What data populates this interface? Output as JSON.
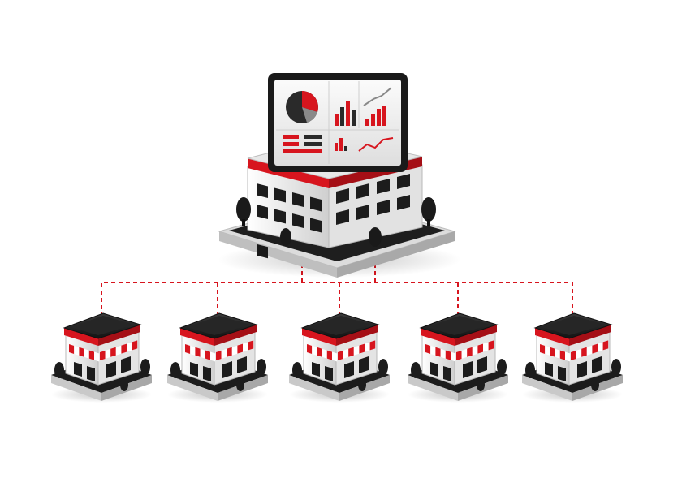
{
  "diagram": {
    "hub": {
      "kind": "headquarters-with-analytics-dashboard"
    },
    "nodes": [
      {
        "kind": "store"
      },
      {
        "kind": "store"
      },
      {
        "kind": "store"
      },
      {
        "kind": "store"
      },
      {
        "kind": "store"
      }
    ],
    "connector_style": "dashed"
  },
  "colors": {
    "accent": "#d7151e",
    "dark": "#1c1c1c",
    "mid": "#3a3a3a",
    "wall": "#f2f2f2",
    "platform": "#e6e6e6",
    "background": "#ffffff"
  },
  "icons": {
    "hub": "building-icon",
    "monitor": "monitor-icon",
    "pie": "pie-chart-icon",
    "bars": "bar-chart-icon",
    "line": "line-chart-icon",
    "store": "storefront-icon",
    "tree": "tree-icon"
  }
}
